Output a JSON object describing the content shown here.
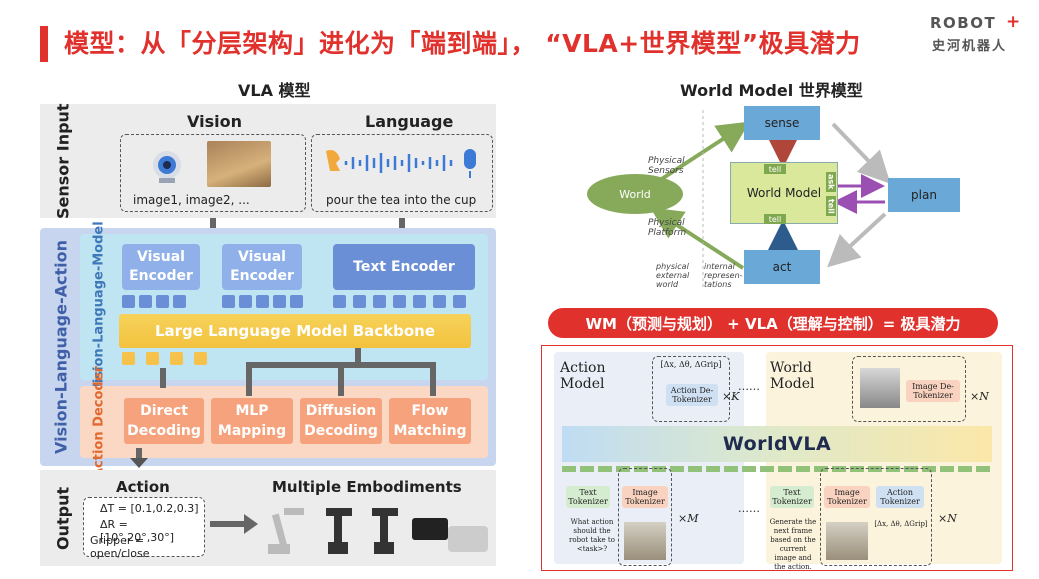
{
  "header": {
    "title": "模型：从「分层架构」进化为「端到端」， “VLA+世界模型”极具潜力",
    "logo_en": "ROBOT",
    "logo_cn": "史河机器人"
  },
  "vla": {
    "title": "VLA 模型",
    "sensor_label": "Sensor Input",
    "vision_title": "Vision",
    "language_title": "Language",
    "vision_caption": "image1, image2, ...",
    "language_caption": "pour the tea into the cup",
    "vla_label": "Vision-Language-Action",
    "vlm_label": "Vision-Language-Model",
    "visual_encoder_1": "Visual Encoder",
    "visual_encoder_2": "Visual Encoder",
    "text_encoder": "Text Encoder",
    "llm_backbone": "Large Language Model Backbone",
    "action_decoder_label": "Action Decoder",
    "decoders": [
      "Direct Decoding",
      "MLP Mapping",
      "Diffusion Decoding",
      "Flow Matching"
    ],
    "output_label": "Output",
    "action_title": "Action",
    "action_lines": [
      "ΔT = [0.1,0.2,0.3]",
      "ΔR = [10°,20°,30°]",
      "Gripper = open/close"
    ],
    "embodiments_title": "Multiple Embodiments"
  },
  "wm": {
    "title": "World Model 世界模型",
    "sense": "sense",
    "world_model": "World Model",
    "plan": "plan",
    "act": "act",
    "world": "World",
    "tell_top": "tell",
    "tell_bottom": "tell",
    "ask": "ask",
    "tell_right": "tell",
    "physical_sensors": "Physical Sensors",
    "physical_platform": "Physical Platform",
    "physical_external_world": "physical external world",
    "internal_representations": "internal represen-tations"
  },
  "pill": "WM（预测与规划） + VLA（理解与控制）= 极具潜力",
  "worldvla": {
    "action_model": "Action Model",
    "world_model": "World Model",
    "center": "WorldVLA",
    "delta_top": "[Δx, Δθ, ΔGrip]",
    "action_detok": "Action De-Tokenizer",
    "times_k": "×K",
    "dots": "……",
    "image_detok": "Image De-Tokenizer",
    "times_n_top": "×N",
    "text_tok": "Text Tokenizer",
    "image_tok": "Image Tokenizer",
    "times_m": "×M",
    "q_left": "What action should the robot take to <task>?",
    "text_tok_2": "Text Tokenizer",
    "image_tok_2": "Image Tokenizer",
    "action_tok": "Action Tokenizer",
    "delta_bottom": "[Δx, Δθ, ΔGrip]",
    "times_n_bottom": "×N",
    "q_right": "Generate the next frame based on the current image and the action."
  }
}
